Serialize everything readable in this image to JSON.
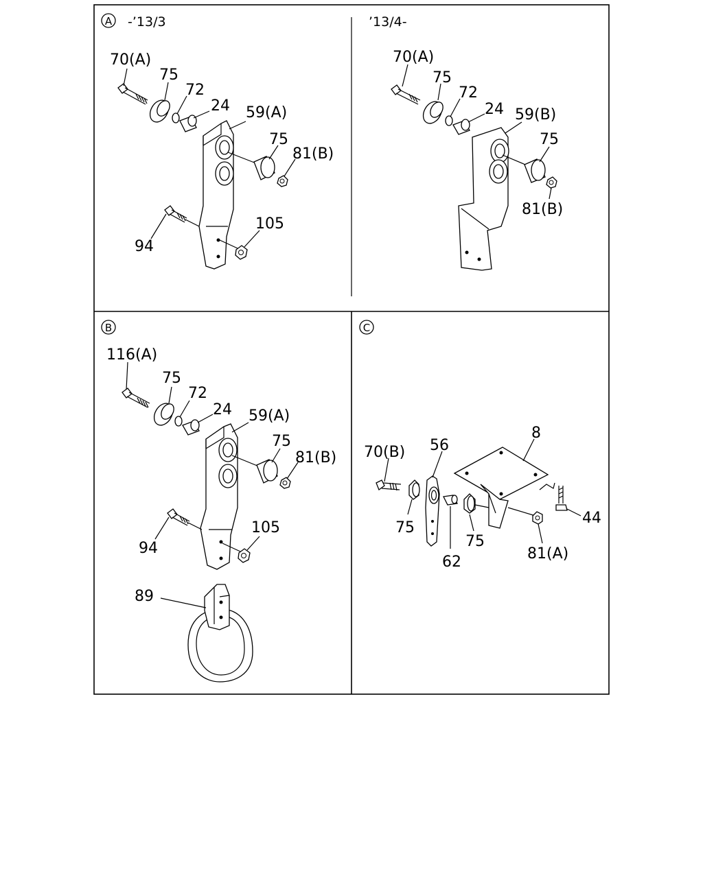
{
  "panels": {
    "A": {
      "marker": "A",
      "left_caption": "-’13/3",
      "right_caption": "’13/4-"
    },
    "B": {
      "marker": "B"
    },
    "C": {
      "marker": "C"
    }
  },
  "callouts": {
    "a1": {
      "bolt": "70(A)",
      "collar": "75",
      "washer": "72",
      "spacer": "24",
      "bracket": "59(A)",
      "bush": "75",
      "nut": "81(B)",
      "bolt2": "94",
      "nut2": "105"
    },
    "a2": {
      "bolt": "70(A)",
      "collar": "75",
      "washer": "72",
      "spacer": "24",
      "bracket": "59(B)",
      "bush": "75",
      "nut": "81(B)"
    },
    "b": {
      "bolt": "116(A)",
      "collar": "75",
      "washer": "72",
      "spacer": "24",
      "bracket": "59(A)",
      "bush": "75",
      "nut": "81(B)",
      "bolt2": "94",
      "nut2": "105",
      "clamp": "89"
    },
    "c": {
      "bolt": "70(B)",
      "collar": "75",
      "hanger": "56",
      "plate": "8",
      "pin": "62",
      "bush": "75",
      "nut": "81(A)",
      "screw": "44"
    }
  }
}
